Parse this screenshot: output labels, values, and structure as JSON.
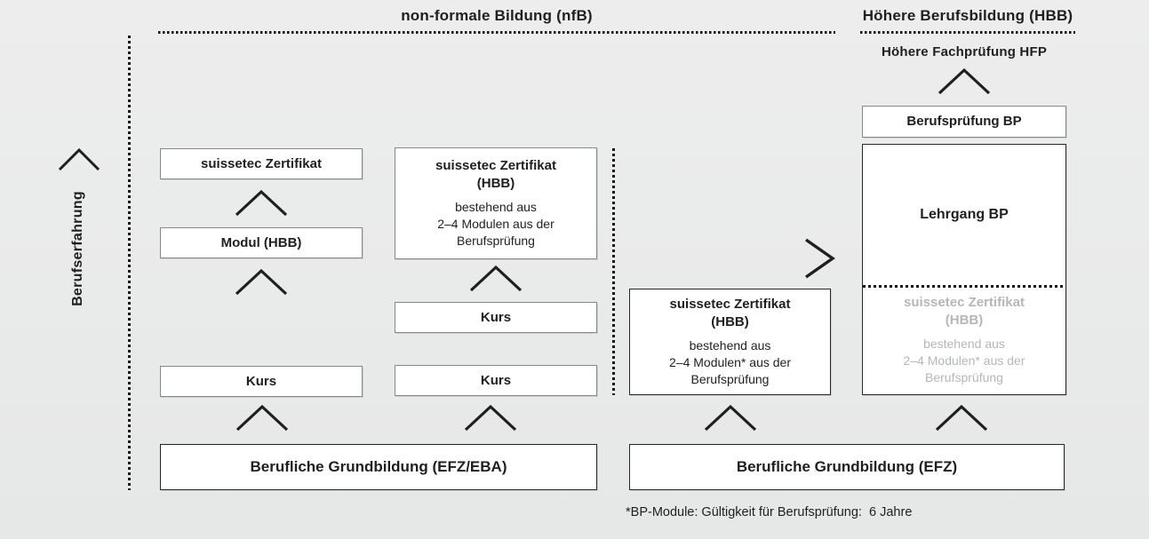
{
  "header": {
    "nfb_label": "non-formale Bildung (nfB)",
    "hbb_label": "Höhere Berufsbildung (HBB)"
  },
  "left_axis": {
    "label": "Berufserfahrung"
  },
  "nfb_section": {
    "col1": {
      "zertifikat": "suissetec Zertifikat",
      "modul": "Modul (HBB)",
      "kurs": "Kurs"
    },
    "col2": {
      "title": "suissetec Zertifikat",
      "subtitle": "(HBB)",
      "body1": "bestehend aus",
      "body2": "2–4 Modulen aus der",
      "body3": "Berufsprüfung",
      "kurs_upper": "Kurs",
      "kurs_lower": "Kurs"
    },
    "grundbildung": "Berufliche Grundbildung (EFZ/EBA)"
  },
  "hbb_section": {
    "hfp_label": "Höhere Fachprüfung HFP",
    "berufspruefung": "Berufsprüfung BP",
    "lehrgang": "Lehrgang BP",
    "zertifikat_box": {
      "title": "suissetec Zertifikat",
      "subtitle": "(HBB)",
      "body1": "bestehend aus",
      "body2": "2–4 Modulen* aus der",
      "body3": "Berufsprüfung"
    },
    "lehrgang_zertifikat": {
      "title": "suissetec Zertifikat",
      "subtitle": "(HBB)",
      "body1": "bestehend aus",
      "body2": "2–4 Modulen* aus der",
      "body3": "Berufsprüfung"
    },
    "grundbildung": "Berufliche Grundbildung (EFZ)"
  },
  "footnote": "*BP-Module: Gültigkeit für Berufsprüfung:  6 Jahre",
  "colors": {
    "text": "#1d1f21",
    "muted_text": "#b4b7b9",
    "box_background": "#ffffff",
    "box_border": "#85888a",
    "box_border_dark": "#26292b",
    "page_background": "#e9eaea"
  }
}
